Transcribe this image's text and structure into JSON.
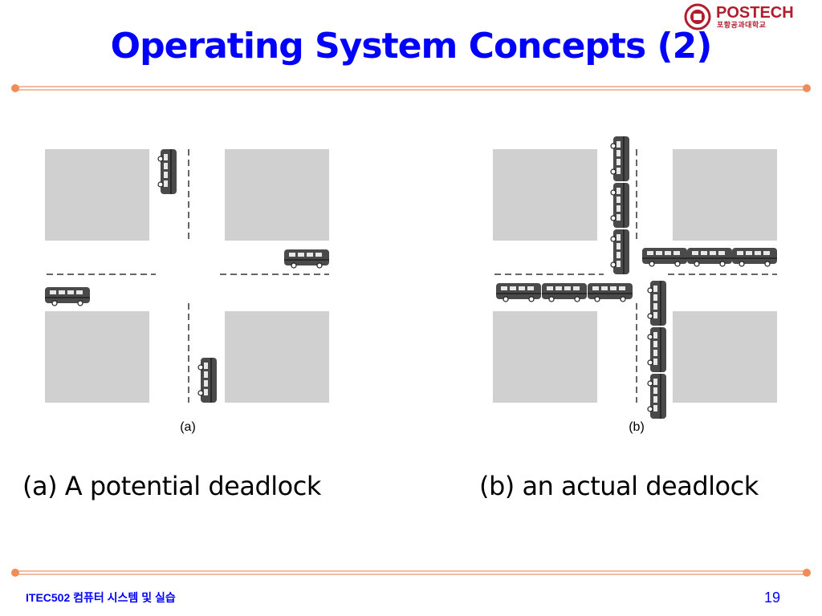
{
  "slide": {
    "title": "Operating System Concepts (2)",
    "page_number": "19"
  },
  "logo": {
    "name": "POSTECH",
    "subtitle": "포항공과대학교"
  },
  "figures": [
    {
      "label": "(a)",
      "caption": "(a) A potential deadlock"
    },
    {
      "label": "(b)",
      "caption": "(b) an actual deadlock"
    }
  ],
  "footer": {
    "course": "ITEC502 컴퓨터 시스템 및 실습"
  },
  "colors": {
    "title": "#0000ff",
    "rule": "#f4a582",
    "rule_dot": "#f08c5a",
    "footer_text": "#0000ff",
    "page_number": "#0000ff",
    "logo_text": "#b01e2e",
    "block": "#d0d0d0",
    "bus": "#4a4a4a"
  }
}
